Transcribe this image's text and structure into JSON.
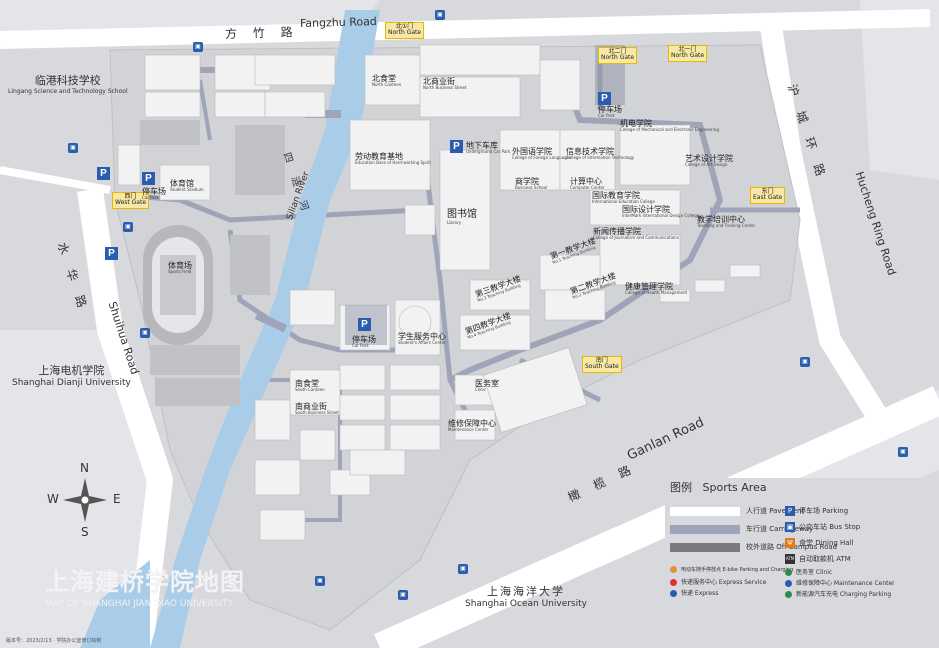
{
  "roads": {
    "fangzhu": {
      "cn": "方 竹 路",
      "en": "Fangzhu Road"
    },
    "shuihua": {
      "cn": "水 华 路",
      "en": "Shuihua Road"
    },
    "hucheng": {
      "cn": "沪 城 环 路",
      "en": "Hucheng Ring Road"
    },
    "ganlan": {
      "cn": "橄 榄 路",
      "en": "Ganlan Road"
    },
    "river": {
      "cn": "四 涟 河",
      "en": "Silian River"
    }
  },
  "neighbors": {
    "lingang_cn": "临港科技学校",
    "lingang_en": "Lingang Science and Technology School",
    "dianji_cn": "上海电机学院",
    "dianji_en": "Shanghai Dianji University",
    "ocean_cn": "上海海洋大学",
    "ocean_en": "Shanghai Ocean University"
  },
  "gates": {
    "north1": {
      "cn": "北①门",
      "en": "North Gate"
    },
    "north2": {
      "cn": "北二门",
      "en": "North Gate"
    },
    "north3": {
      "cn": "北一门",
      "en": "North Gate"
    },
    "west": {
      "cn": "西门",
      "en": "West Gate"
    },
    "east": {
      "cn": "东门",
      "en": "East Gate"
    },
    "south": {
      "cn": "南门",
      "en": "South Gate"
    }
  },
  "buildings": [
    {
      "cn": "北食堂",
      "en": "North Canteen"
    },
    {
      "cn": "北商业街",
      "en": "North Business Street"
    },
    {
      "cn": "劳动教育基地",
      "en": "Education Base of Hard-working Spirit"
    },
    {
      "cn": "体育馆",
      "en": "Student Stadium"
    },
    {
      "cn": "图书馆",
      "en": "Library"
    },
    {
      "cn": "外国语学院",
      "en": "College of Foreign Languages"
    },
    {
      "cn": "信息技术学院",
      "en": "College of Information Technology"
    },
    {
      "cn": "商学院",
      "en": "Business School"
    },
    {
      "cn": "计算中心",
      "en": "Computer Center"
    },
    {
      "cn": "国际教育学院",
      "en": "International Education College"
    },
    {
      "cn": "国际设计学院",
      "en": "InterMark International Design College"
    },
    {
      "cn": "机电学院",
      "en": "College of Mechanical and Electronic Engineering"
    },
    {
      "cn": "艺术设计学院",
      "en": "College of Art Design"
    },
    {
      "cn": "新闻传播学院",
      "en": "College of Journalism and Communications"
    },
    {
      "cn": "健康管理学院",
      "en": "College of Health Management"
    },
    {
      "cn": "第一教学大楼",
      "en": "No.1 Teaching Building"
    },
    {
      "cn": "第二教学大楼",
      "en": "No.2 Teaching Building"
    },
    {
      "cn": "第三教学大楼",
      "en": "No.3 Teaching Building"
    },
    {
      "cn": "第四教学大楼",
      "en": "No.4 Teaching Building"
    },
    {
      "cn": "学生服务中心",
      "en": "Student's Affairs Center"
    },
    {
      "cn": "南食堂",
      "en": "South Canteen"
    },
    {
      "cn": "南商业街",
      "en": "South Business Street"
    },
    {
      "cn": "医务室",
      "en": "Clinic"
    },
    {
      "cn": "维修保障中心",
      "en": "Maintenance Center"
    },
    {
      "cn": "体育场",
      "en": "Sports Field"
    },
    {
      "cn": "教学培训中心",
      "en": "Teaching and Training Center"
    }
  ],
  "parking": [
    {
      "cn": "停车场",
      "en": "Car Park"
    },
    {
      "cn": "地下车库",
      "en": "Underground Car Park"
    }
  ],
  "legend": {
    "title_cn": "图例",
    "title_en": "Sports Area",
    "pavement": "人行道 Pavement",
    "carriageway": "车行道 Carriageway",
    "offcampus": "校外道路 Off Campus Road",
    "parking": "停车场 Parking",
    "bus": "公交车站 Bus Stop",
    "dining": "食堂 Dining Hall",
    "atm": "自动取款机 ATM",
    "ebike": "电动车随手停放点 E-bike Parking and Charging",
    "express": "快递服务中心 Express Service",
    "express2": "快递 Express",
    "clinic": "医务室 Clinic",
    "maintenance": "维修保障中心 Maintenance Center",
    "charging": "新能源汽车充电 Charging Parking"
  },
  "compass": {
    "n": "N",
    "s": "S",
    "e": "E",
    "w": "W"
  },
  "map_title_cn": "上海建桥学院地图",
  "map_title_en": "MAP OF SHANGHAI JIAN QIAO UNIVERSITY",
  "footer": "版本号：2023/2/13 · 学院办公室修订绘制",
  "colors": {
    "pavement": "#ffffff",
    "carriageway": "#9fa4b8",
    "offcampus": "#7a7a7e",
    "gate": "#f7e8a6",
    "accent": "#2a5db0"
  }
}
